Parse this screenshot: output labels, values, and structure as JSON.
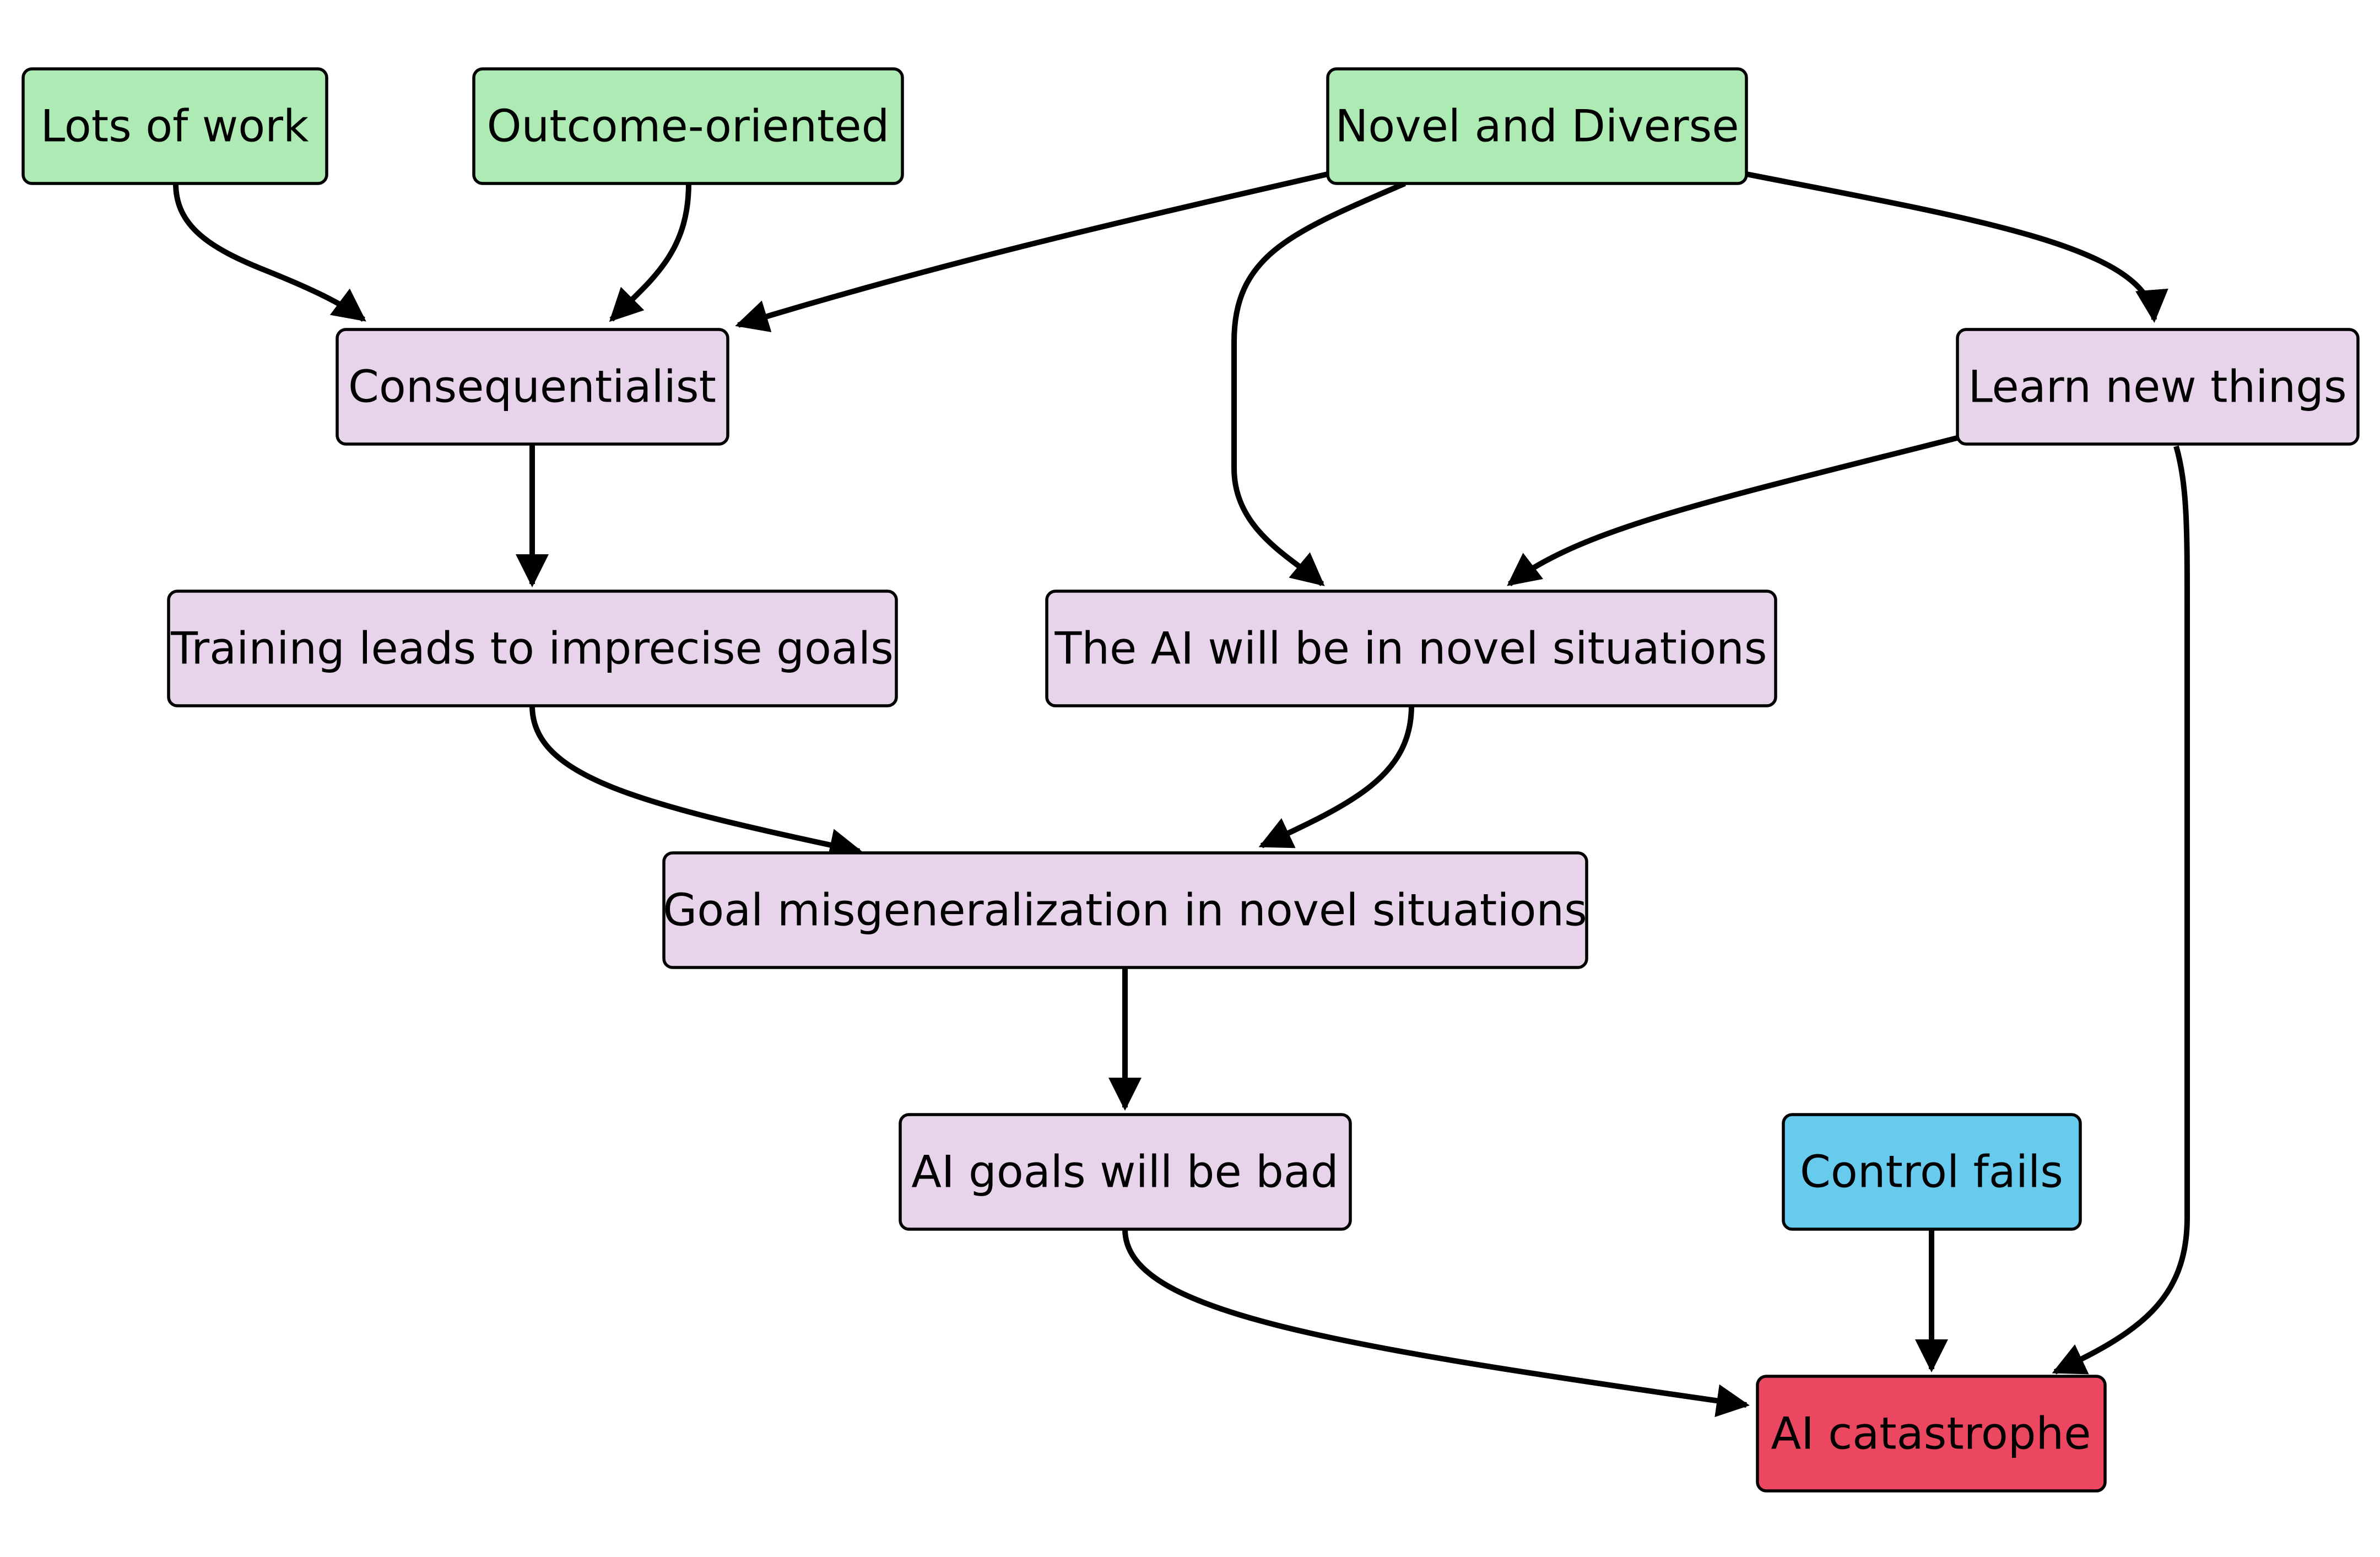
{
  "colors": {
    "input": "#aeeab3",
    "intermediate": "#e8d4ea",
    "control": "#66cbed",
    "outcome": "#ec4760",
    "stroke": "#000000"
  },
  "nodes": {
    "lots_of_work": "Lots of work",
    "outcome_oriented": "Outcome-oriented",
    "novel_and_diverse": "Novel and Diverse",
    "consequentialist": "Consequentialist",
    "learn_new_things": "Learn new things",
    "imprecise_goals": "Training leads to imprecise goals",
    "novel_situations": "The AI will be in novel situations",
    "goal_misgeneralization": "Goal misgeneralization in novel situations",
    "ai_goals_bad": "AI goals will be bad",
    "control_fails": "Control fails",
    "ai_catastrophe": "AI catastrophe"
  },
  "edges": [
    {
      "from": "lots_of_work",
      "to": "consequentialist"
    },
    {
      "from": "outcome_oriented",
      "to": "consequentialist"
    },
    {
      "from": "novel_and_diverse",
      "to": "consequentialist"
    },
    {
      "from": "novel_and_diverse",
      "to": "novel_situations"
    },
    {
      "from": "novel_and_diverse",
      "to": "learn_new_things"
    },
    {
      "from": "learn_new_things",
      "to": "novel_situations"
    },
    {
      "from": "learn_new_things",
      "to": "ai_catastrophe"
    },
    {
      "from": "consequentialist",
      "to": "imprecise_goals"
    },
    {
      "from": "imprecise_goals",
      "to": "goal_misgeneralization"
    },
    {
      "from": "novel_situations",
      "to": "goal_misgeneralization"
    },
    {
      "from": "goal_misgeneralization",
      "to": "ai_goals_bad"
    },
    {
      "from": "ai_goals_bad",
      "to": "ai_catastrophe"
    },
    {
      "from": "control_fails",
      "to": "ai_catastrophe"
    }
  ]
}
